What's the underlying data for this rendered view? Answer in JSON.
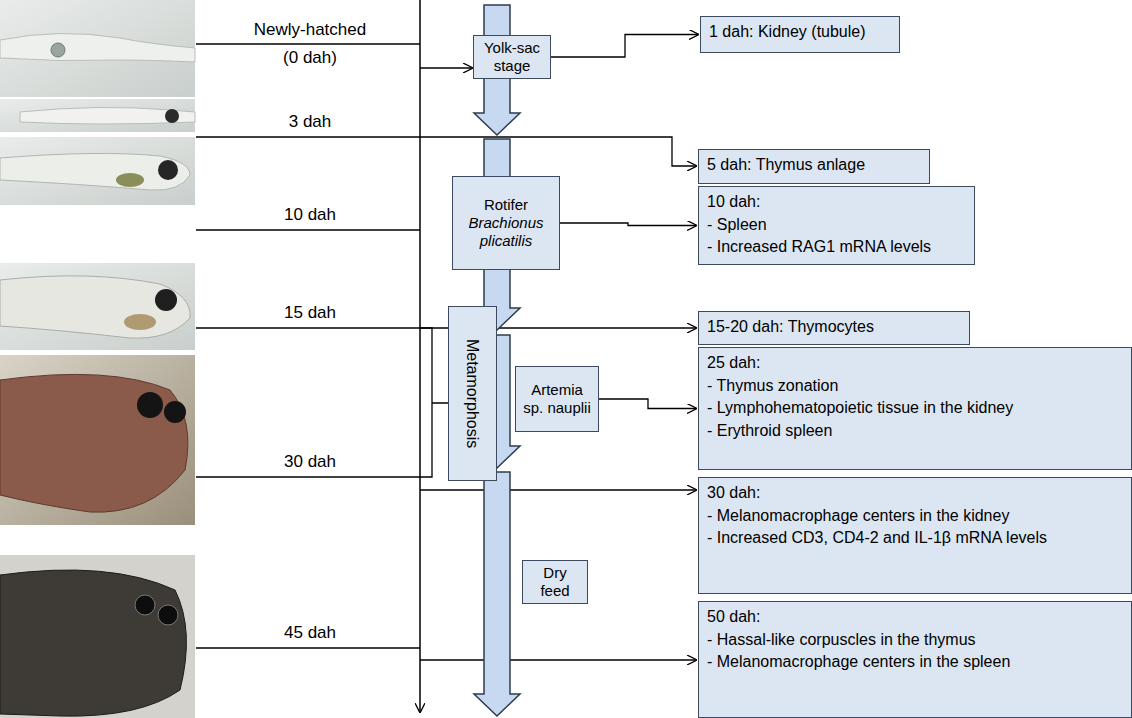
{
  "diagram": {
    "nodes": [
      {
        "text": [
          "Yolk-sac stage"
        ]
      },
      {
        "text": [
          "Rotifer",
          "Brachionus plicatilis"
        ]
      },
      {
        "text": [
          "Metamorphosis"
        ]
      },
      {
        "text": [
          "Artemia sp. nauplii"
        ]
      },
      {
        "text": [
          "Dry feed"
        ]
      },
      {
        "text": [
          "1 dah: Kidney (tubule)"
        ]
      },
      {
        "text": [
          "5 dah: Thymus anlage"
        ]
      },
      {
        "text": [
          "10 dah:",
          "- Spleen",
          "- Increased RAG1 mRNA levels"
        ]
      },
      {
        "text": [
          "15-20 dah: Thymocytes"
        ]
      },
      {
        "text": [
          "25 dah:",
          "- Thymus zonation",
          "- Lymphohematopoietic tissue in the kidney",
          "- Erythroid spleen"
        ]
      },
      {
        "text": [
          "30 dah:",
          "- Melanomacrophage centers in the kidney",
          "- Increased CD3, CD4-2 and IL-1β mRNA levels"
        ]
      },
      {
        "text": [
          "50 dah:",
          "- Hassal-like corpuscles in the thymus",
          "- Melanomacrophage centers in the spleen"
        ]
      }
    ],
    "edges": [
      {
        "from": 0,
        "to": 5,
        "arrow": "to"
      },
      {
        "from": 1,
        "to": 7,
        "arrow": "to"
      },
      {
        "from": 3,
        "to": 9,
        "arrow": "to"
      }
    ],
    "labels": [
      "Newly-hatched",
      "(0 dah)",
      "3 dah",
      "10 dah",
      "15 dah",
      "30 dah",
      "45 dah"
    ]
  }
}
